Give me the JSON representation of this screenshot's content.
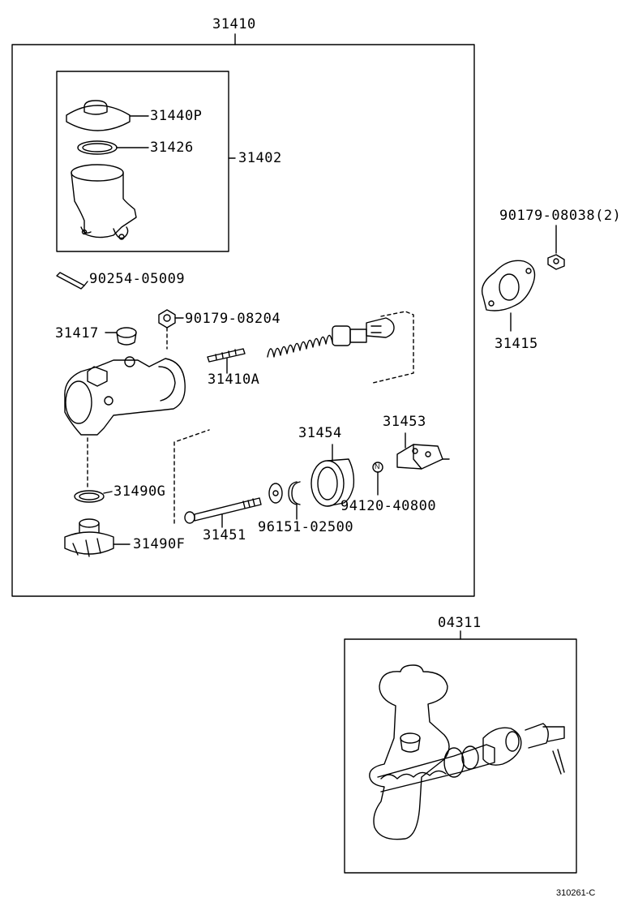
{
  "labels": {
    "p31410": "31410",
    "p31440P": "31440P",
    "p31426": "31426",
    "p31402": "31402",
    "p90254": "90254-05009",
    "p90179_08204": "90179-08204",
    "p31417": "31417",
    "p31410A": "31410A",
    "p31454": "31454",
    "p31453": "31453",
    "p94120": "94120-40800",
    "p96151": "96151-02500",
    "p31490G": "31490G",
    "p31451": "31451",
    "p31490F": "31490F",
    "p90179_08038": "90179-08038(2)",
    "p31415": "31415",
    "p04311": "04311",
    "n_marker": "N",
    "footer": "310261-C"
  }
}
